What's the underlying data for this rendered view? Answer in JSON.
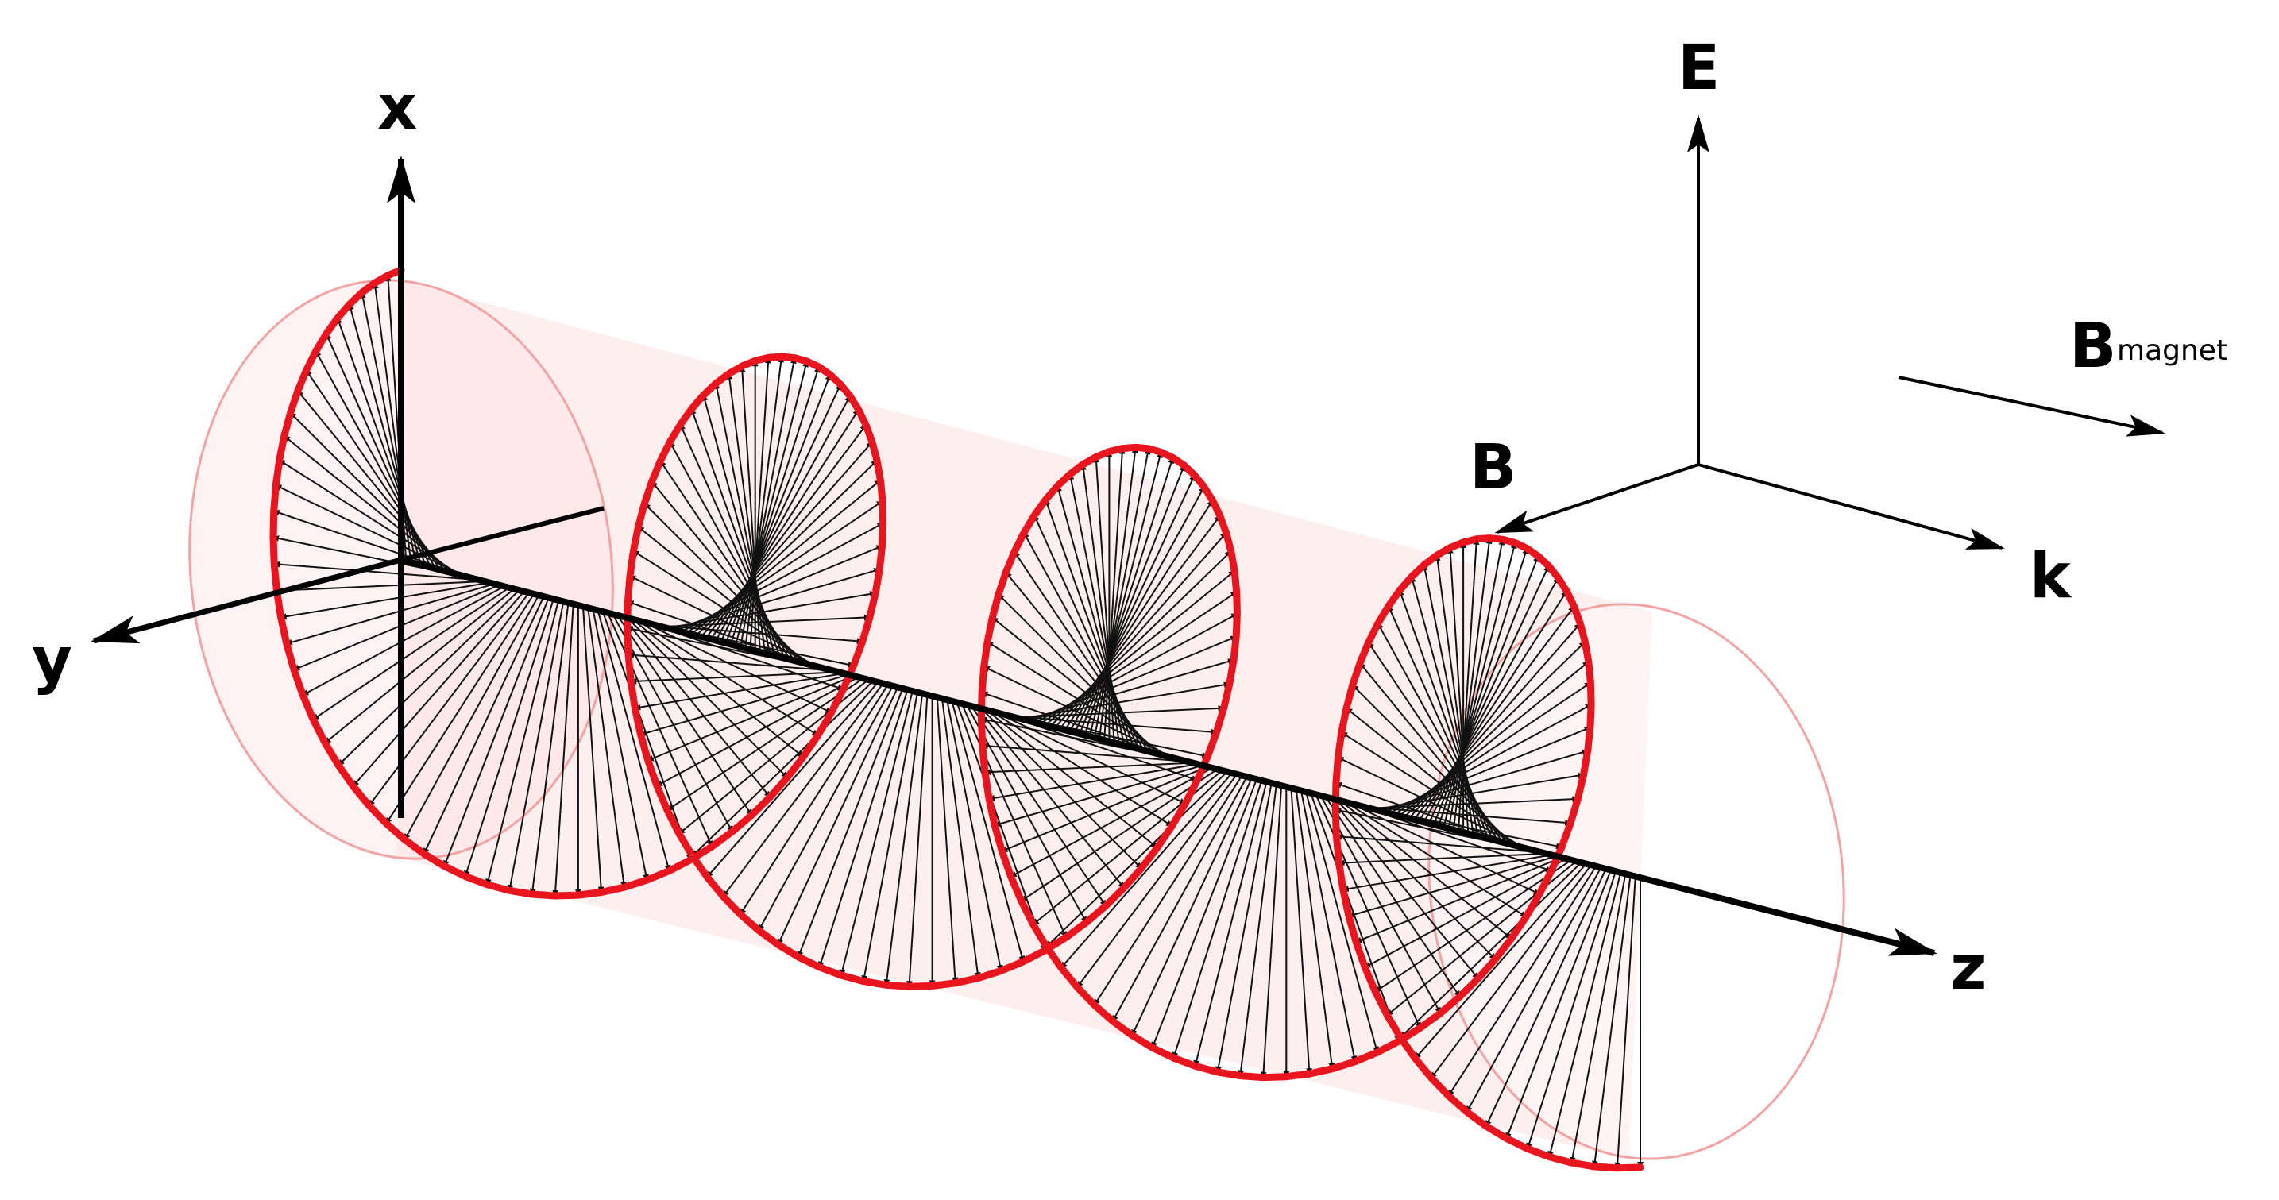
{
  "axes": {
    "x": "x",
    "y": "y",
    "z": "z"
  },
  "field_triad": {
    "e": "E",
    "b": "B",
    "k": "k"
  },
  "magnet_field": {
    "symbol": "B",
    "subscript": "magnet"
  },
  "helix": {
    "turns": 3.5,
    "vectors_per_turn": 72
  },
  "colors": {
    "helix": "#e8141e",
    "tube_fill": "#fde2e2",
    "tube_edge": "#f3a3a3",
    "vectors": "#111111"
  }
}
